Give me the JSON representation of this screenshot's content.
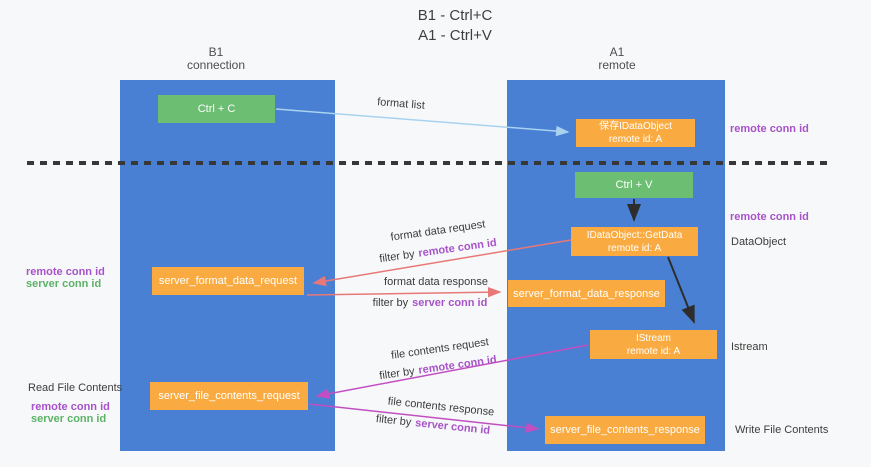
{
  "title": {
    "line1": "B1 - Ctrl+C",
    "line2": "A1 - Ctrl+V"
  },
  "columns": {
    "left": {
      "name": "B1",
      "subtitle": "connection"
    },
    "right": {
      "name": "A1",
      "subtitle": "remote"
    }
  },
  "nodes": {
    "ctrl_c": {
      "label": "Ctrl + C"
    },
    "ctrl_v": {
      "label": "Ctrl + V"
    },
    "save_idataobject": {
      "line1": "保存IDataObject",
      "line2": "remote id: A"
    },
    "getdata": {
      "line1": "IDataObject::GetData",
      "line2": "remote id: A"
    },
    "istream": {
      "line1": "IStream",
      "line2": "remote id: A"
    },
    "format_request": {
      "label": "server_format_data_request"
    },
    "format_response": {
      "label": "server_format_data_response"
    },
    "file_request": {
      "label": "server_file_contents_request"
    },
    "file_response": {
      "label": "server_file_contents_response"
    }
  },
  "edges": {
    "format_list": "format list",
    "format_data_request": "format data request",
    "format_data_response": "format data response",
    "file_contents_request": "file contents request",
    "file_contents_response": "file contents response",
    "filter_by": "filter by",
    "remote_conn_id": "remote conn id",
    "server_conn_id": "server conn id"
  },
  "side_labels": {
    "remote_conn_id": "remote conn id",
    "server_conn_id": "server conn id",
    "dataobject": "DataObject",
    "istream": "Istream",
    "read_file_contents": "Read File Contents",
    "write_file_contents": "Write File Contents"
  },
  "colors": {
    "column_blue": "#4a80d4",
    "action_green": "#6cbe72",
    "message_orange": "#f9ab42",
    "remote_conn_purple": "#a753c9",
    "server_conn_green": "#5cb267",
    "request_salmon": "#e87878",
    "contents_magenta": "#c24fc2",
    "format_list_blue": "#a8d2f0",
    "arrow_black": "#2d2d2d"
  }
}
